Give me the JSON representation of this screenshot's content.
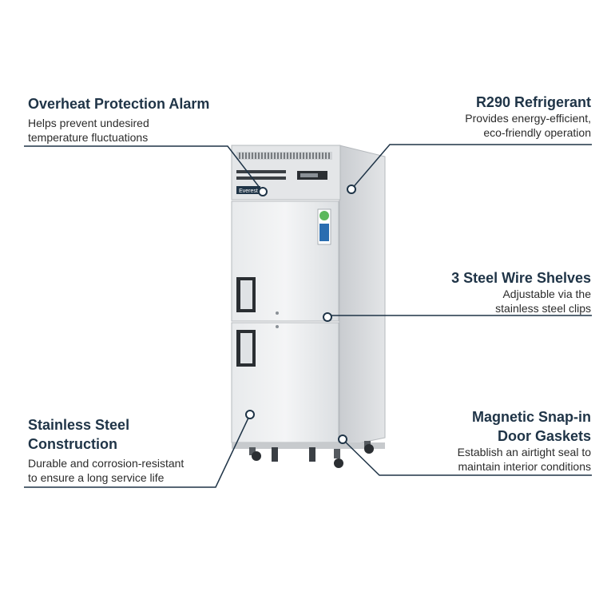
{
  "features": [
    {
      "title": "Overheat Protection Alarm",
      "desc_lines": [
        "Helps prevent undesired",
        "temperature fluctuations"
      ]
    },
    {
      "title": "R290 Refrigerant",
      "desc_lines": [
        "Provides energy-efficient,",
        "eco-friendly operation"
      ]
    },
    {
      "title": "3 Steel Wire Shelves",
      "desc_lines": [
        "Adjustable via the",
        "stainless steel clips"
      ]
    },
    {
      "title_lines": [
        "Stainless Steel",
        "Construction"
      ],
      "desc_lines": [
        "Durable and corrosion-resistant",
        "to ensure a long service life"
      ]
    },
    {
      "title_lines": [
        "Magnetic Snap-in",
        "Door Gaskets"
      ],
      "desc_lines": [
        "Establish an airtight seal to",
        "maintain interior conditions"
      ]
    }
  ],
  "product": {
    "brand_logo": "Everest",
    "label_badge": "energy-label",
    "colors": {
      "steel": "#d9dcdf",
      "steel_dark": "#b8bcc0",
      "accent": "#1f3447"
    }
  }
}
